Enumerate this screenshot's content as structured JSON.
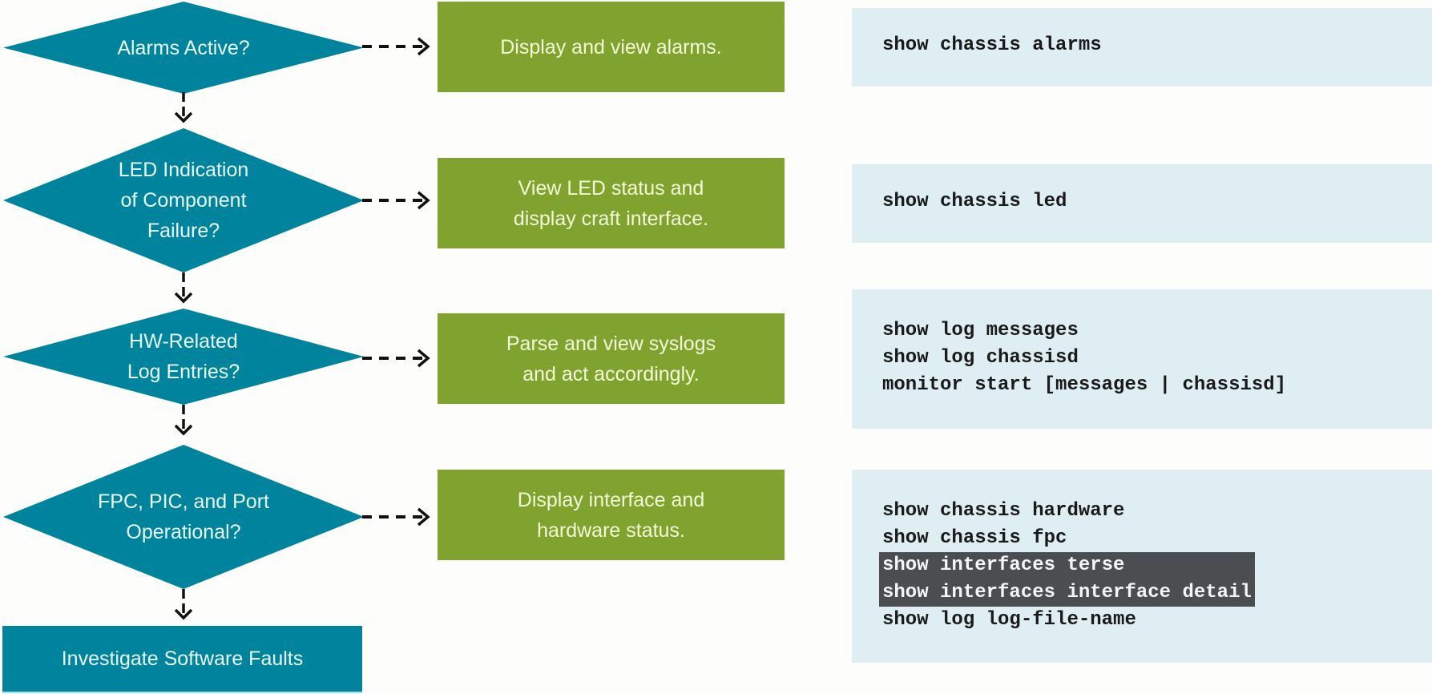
{
  "colors": {
    "decision": "#00849d",
    "action": "#80a32f",
    "command_box": "#dfeef2",
    "highlight": "#4a4e51",
    "connector": "#111111"
  },
  "steps": [
    {
      "decision": "Alarms Active?",
      "action": "Display and view alarms.",
      "commands": [
        {
          "text": "show chassis alarms",
          "highlighted": false
        }
      ]
    },
    {
      "decision": "LED Indication\nof Component\nFailure?",
      "action": "View LED status and\ndisplay craft interface.",
      "commands": [
        {
          "text": "show chassis led",
          "highlighted": false
        }
      ]
    },
    {
      "decision": "HW-Related\nLog Entries?",
      "action": "Parse and view syslogs\nand act accordingly.",
      "commands": [
        {
          "text": "show log messages",
          "highlighted": false
        },
        {
          "text": "show log chassisd",
          "highlighted": false
        },
        {
          "text": "monitor start [messages | chassisd]",
          "highlighted": false
        }
      ]
    },
    {
      "decision": "FPC, PIC, and Port\nOperational?",
      "action": "Display interface and\nhardware status.",
      "commands": [
        {
          "text": "show chassis hardware",
          "highlighted": false
        },
        {
          "text": "show chassis fpc",
          "highlighted": false
        },
        {
          "text": "show interfaces terse",
          "highlighted": true
        },
        {
          "text": "show interfaces interface detail",
          "highlighted": true
        },
        {
          "text": "show log log-file-name",
          "highlighted": false
        }
      ]
    }
  ],
  "final_step": "Investigate Software Faults"
}
